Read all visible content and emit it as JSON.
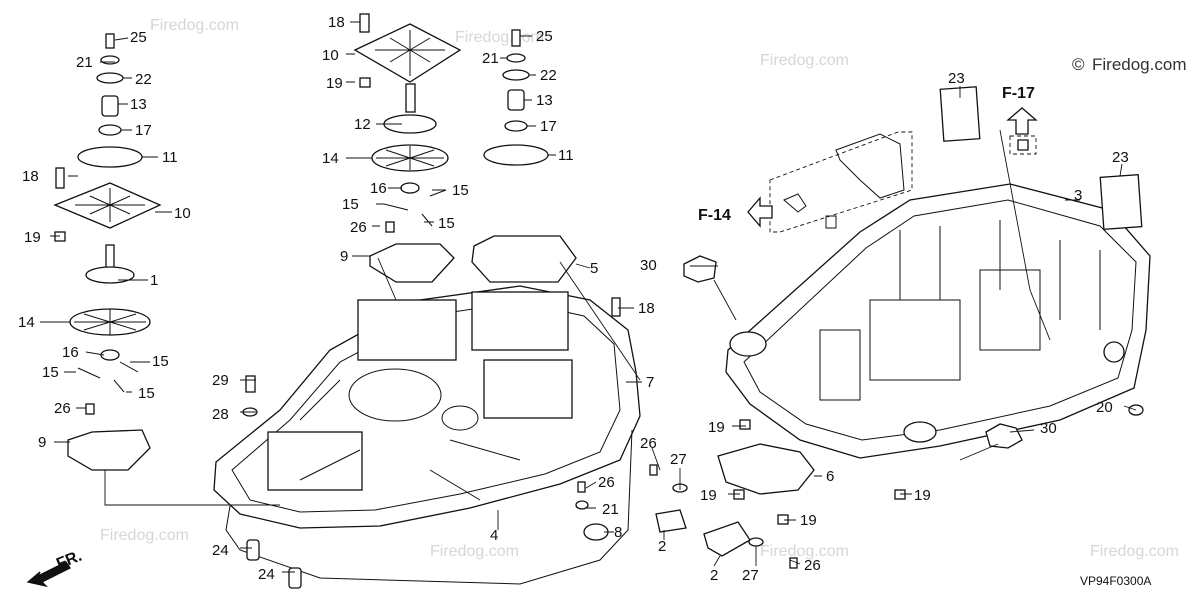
{
  "diagram_code": "VP94F0300A",
  "watermark": {
    "text": "Firedog.com",
    "corner_text": "Firedog.com",
    "copyright_symbol": "©"
  },
  "direction_marker": {
    "label": "FR."
  },
  "references": [
    {
      "id": "ref-f14",
      "label": "F-14"
    },
    {
      "id": "ref-f17",
      "label": "F-17"
    }
  ],
  "callouts": {
    "c1": "1",
    "c2a": "2",
    "c2b": "2",
    "c3": "3",
    "c4": "4",
    "c5": "5",
    "c6": "6",
    "c7": "7",
    "c8": "8",
    "c9a": "9",
    "c9b": "9",
    "c10a": "10",
    "c10b": "10",
    "c11a": "11",
    "c11b": "11",
    "c12": "12",
    "c13a": "13",
    "c13b": "13",
    "c14a": "14",
    "c14b": "14",
    "c15a": "15",
    "c15b": "15",
    "c15c": "15",
    "c15d": "15",
    "c15e": "15",
    "c15f": "15",
    "c16a": "16",
    "c16b": "16",
    "c17a": "17",
    "c17b": "17",
    "c18a": "18",
    "c18b": "18",
    "c18c": "18",
    "c19a": "19",
    "c19b": "19",
    "c19c": "19",
    "c19d": "19",
    "c19e": "19",
    "c19f": "19",
    "c20": "20",
    "c21a": "21",
    "c21b": "21",
    "c21c": "21",
    "c22a": "22",
    "c22b": "22",
    "c23a": "23",
    "c23b": "23",
    "c24a": "24",
    "c24b": "24",
    "c25a": "25",
    "c25b": "25",
    "c26a": "26",
    "c26b": "26",
    "c26c": "26",
    "c26d": "26",
    "c26e": "26",
    "c27a": "27",
    "c27b": "27",
    "c28": "28",
    "c29": "29",
    "c30a": "30",
    "c30b": "30"
  }
}
